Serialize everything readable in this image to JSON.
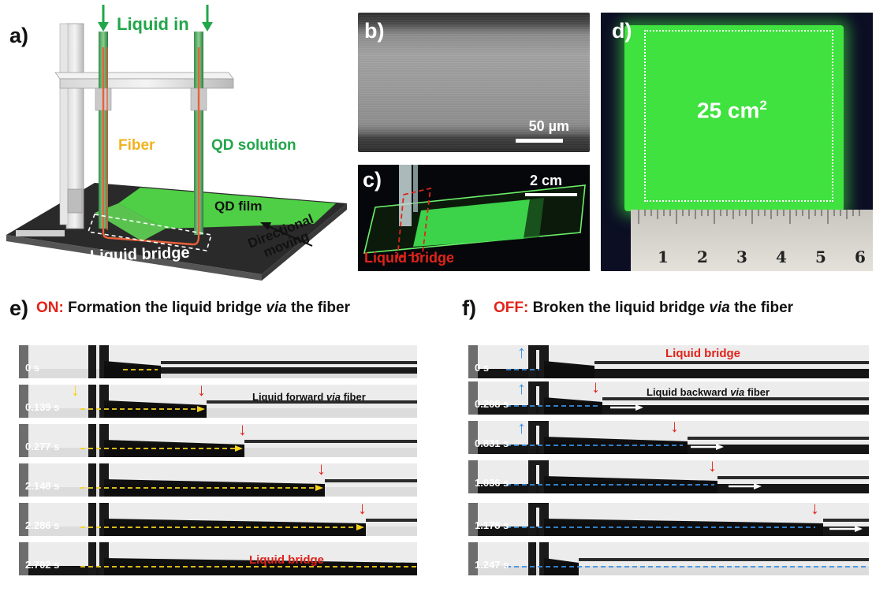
{
  "panel_labels": {
    "a": "a)",
    "b": "b)",
    "c": "c)",
    "d": "d)",
    "e": "e)",
    "f": "f)"
  },
  "panel_a": {
    "liquid_in": "Liquid in",
    "fiber": "Fiber",
    "qd_solution": "QD solution",
    "qd_film": "QD film",
    "liquid_bridge": "Liquid bridge",
    "directional": "Directional",
    "moving": "moving"
  },
  "panel_b": {
    "scale_bar": "50 µm"
  },
  "panel_c": {
    "scale_bar": "2 cm",
    "liquid_bridge": "Liquid bridge"
  },
  "panel_d": {
    "area_value": "25 cm",
    "area_exp": "2",
    "ruler_numbers": [
      "1",
      "2",
      "3",
      "4",
      "5",
      "6"
    ]
  },
  "panel_e": {
    "title_prefix": "ON:",
    "title_main": " Formation the liquid bridge ",
    "title_via": "via",
    "title_end": " the fiber",
    "strips": [
      {
        "time": "0 s",
        "note": ""
      },
      {
        "time": "0.139 s",
        "note_a": "Liquid forward ",
        "note_via": "via",
        "note_b": " fiber"
      },
      {
        "time": "0.277 s"
      },
      {
        "time": "2.148 s"
      },
      {
        "time": "2.286 s"
      },
      {
        "time": "2.702 s",
        "bridge": "Liquid bridge"
      }
    ]
  },
  "panel_f": {
    "title_prefix": "OFF:",
    "title_main": " Broken the liquid bridge ",
    "title_via": "via",
    "title_end": " the fiber",
    "strips": [
      {
        "time": "0 s",
        "bridge": "Liquid bridge"
      },
      {
        "time": "0.208 s",
        "note_a": "Liquid backward ",
        "note_via": "via",
        "note_b": " fiber"
      },
      {
        "time": "0.831 s"
      },
      {
        "time": "1.036 s"
      },
      {
        "time": "1.178 s"
      },
      {
        "time": "1.247 s"
      }
    ]
  },
  "colors": {
    "qd_green": "#39e04a",
    "arrow_red": "#e2231a",
    "arrow_yellow": "#f5d31c",
    "arrow_blue": "#3b8fe0",
    "title_red": "#e2231a"
  }
}
